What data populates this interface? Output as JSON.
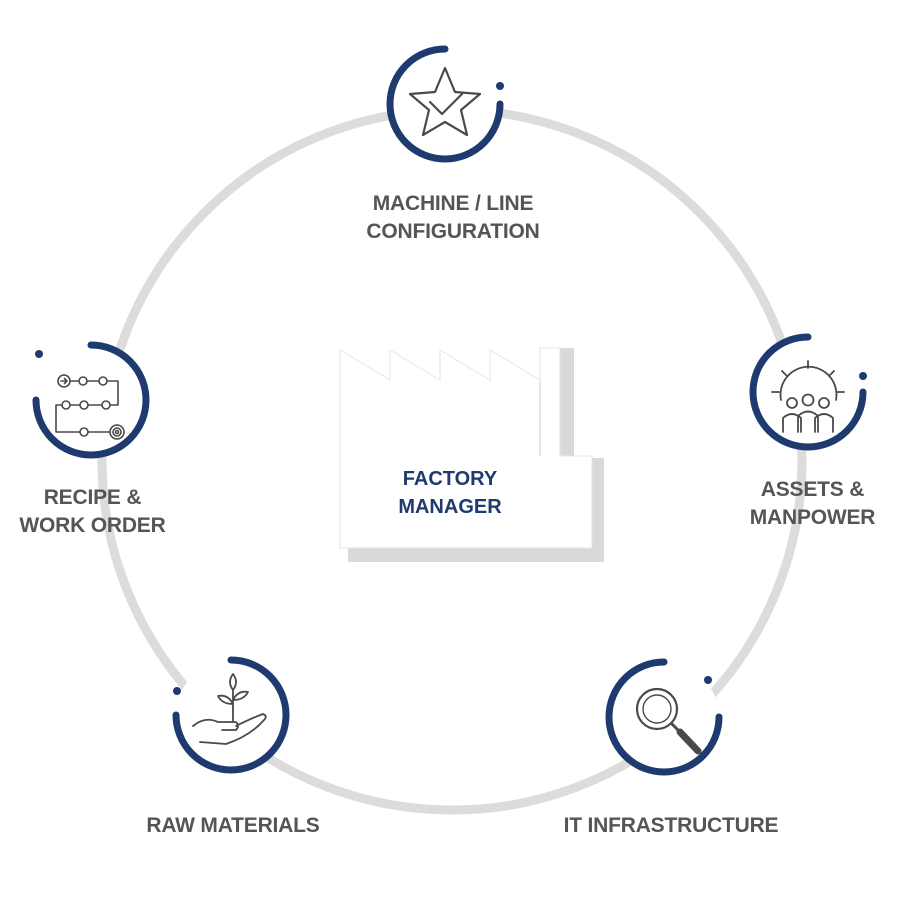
{
  "center": {
    "line1": "FACTORY",
    "line2": "MANAGER"
  },
  "nodes": [
    {
      "id": "machine-line-configuration",
      "lines": [
        "MACHINE / LINE",
        "CONFIGURATION"
      ],
      "icon": "star-check-icon"
    },
    {
      "id": "assets-manpower",
      "lines": [
        "ASSETS &",
        "MANPOWER"
      ],
      "icon": "team-gear-icon"
    },
    {
      "id": "it-infrastructure",
      "lines": [
        "IT INFRASTRUCTURE"
      ],
      "icon": "magnifier-icon"
    },
    {
      "id": "raw-materials",
      "lines": [
        "RAW MATERIALS"
      ],
      "icon": "hand-plant-icon"
    },
    {
      "id": "recipe-work-order",
      "lines": [
        "RECIPE &",
        "WORK ORDER"
      ],
      "icon": "workflow-icon"
    }
  ],
  "colors": {
    "ring": "#dcdcdc",
    "accent": "#1e3a6e",
    "text": "#555559",
    "icon": "#4a4a4a",
    "factory_shadow": "#d9d9d9"
  }
}
